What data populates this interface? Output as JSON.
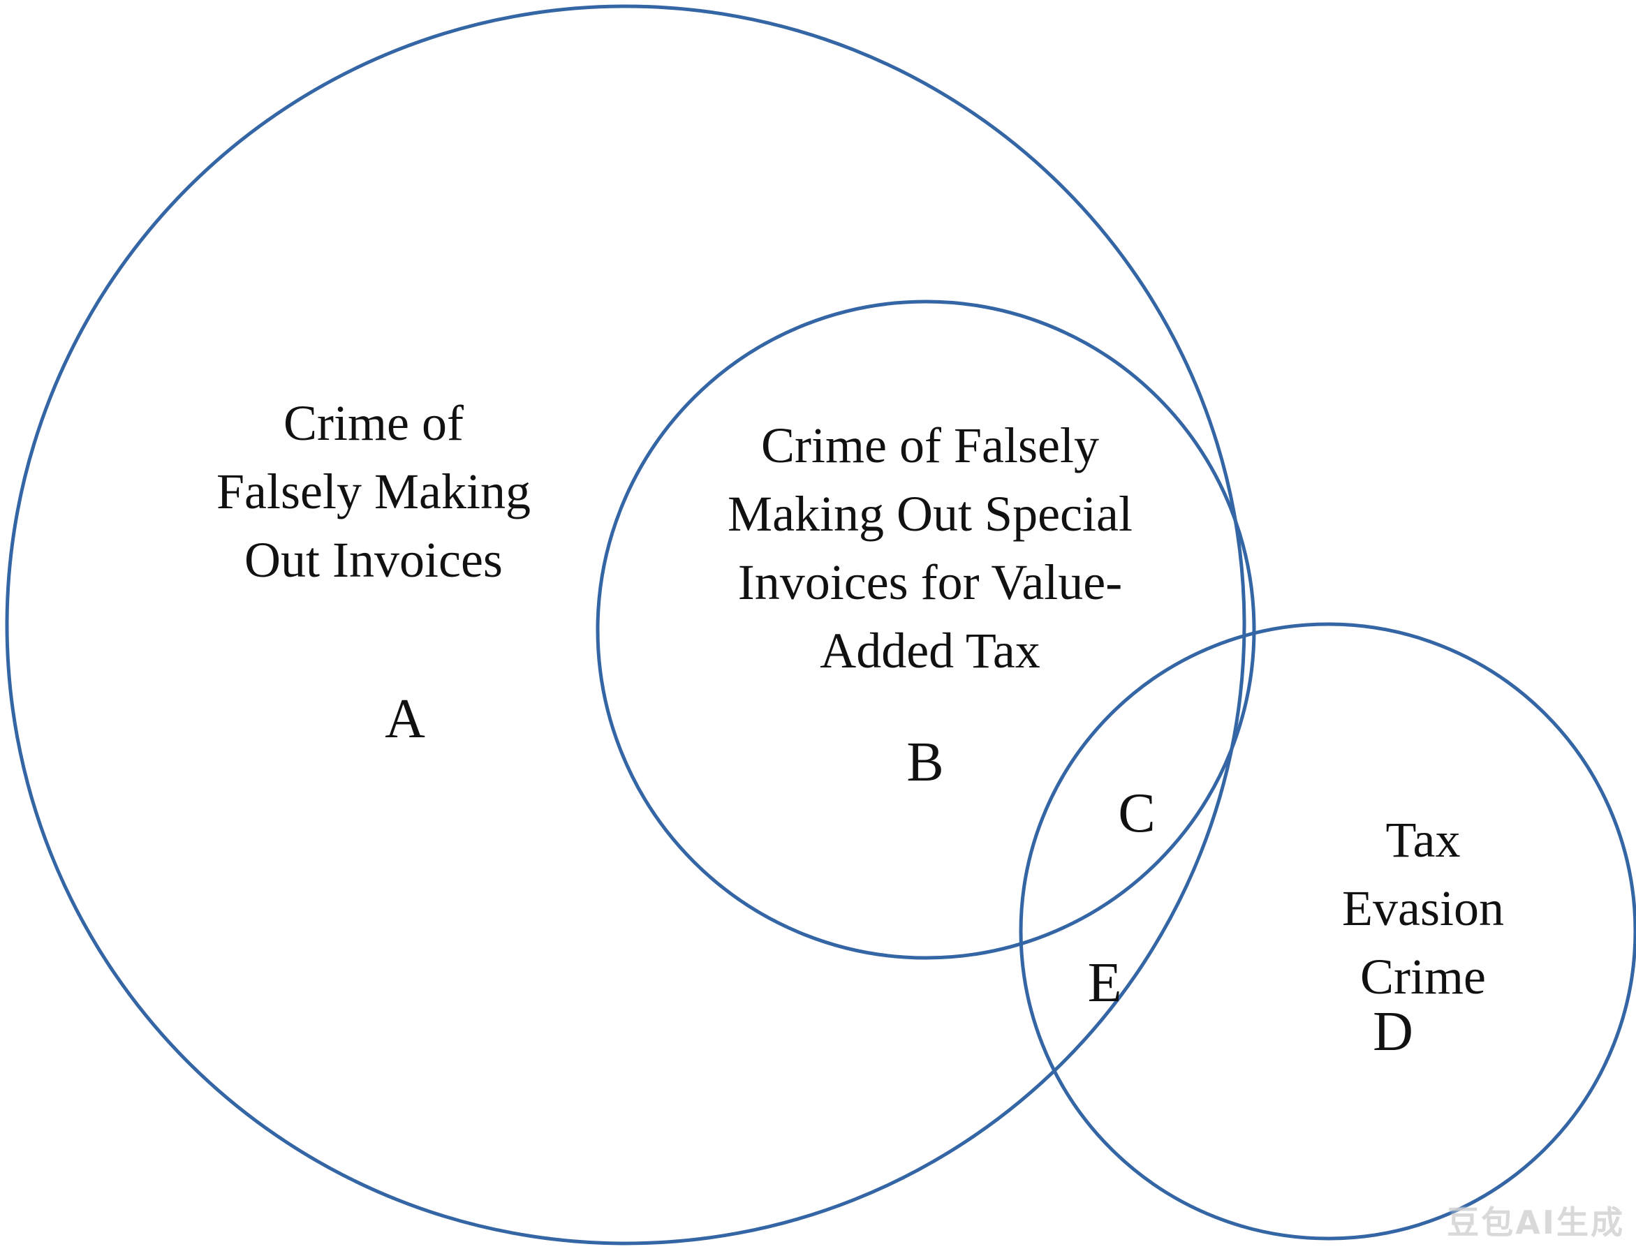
{
  "diagram": {
    "type": "venn",
    "stroke_color": "#3465a4",
    "text_color": "#111111",
    "sets": [
      {
        "label": "Crime of\nFalsely Making\nOut Invoices",
        "letter": "A"
      },
      {
        "label": "Crime of Falsely\nMaking Out Special\nInvoices for Value-\nAdded Tax",
        "letter": "B"
      },
      {
        "label": "Tax Evasion\nCrime",
        "letter": "D"
      }
    ],
    "region_letters": {
      "C": "C",
      "E": "E"
    }
  },
  "watermark": {
    "text": "豆包AI生成"
  }
}
